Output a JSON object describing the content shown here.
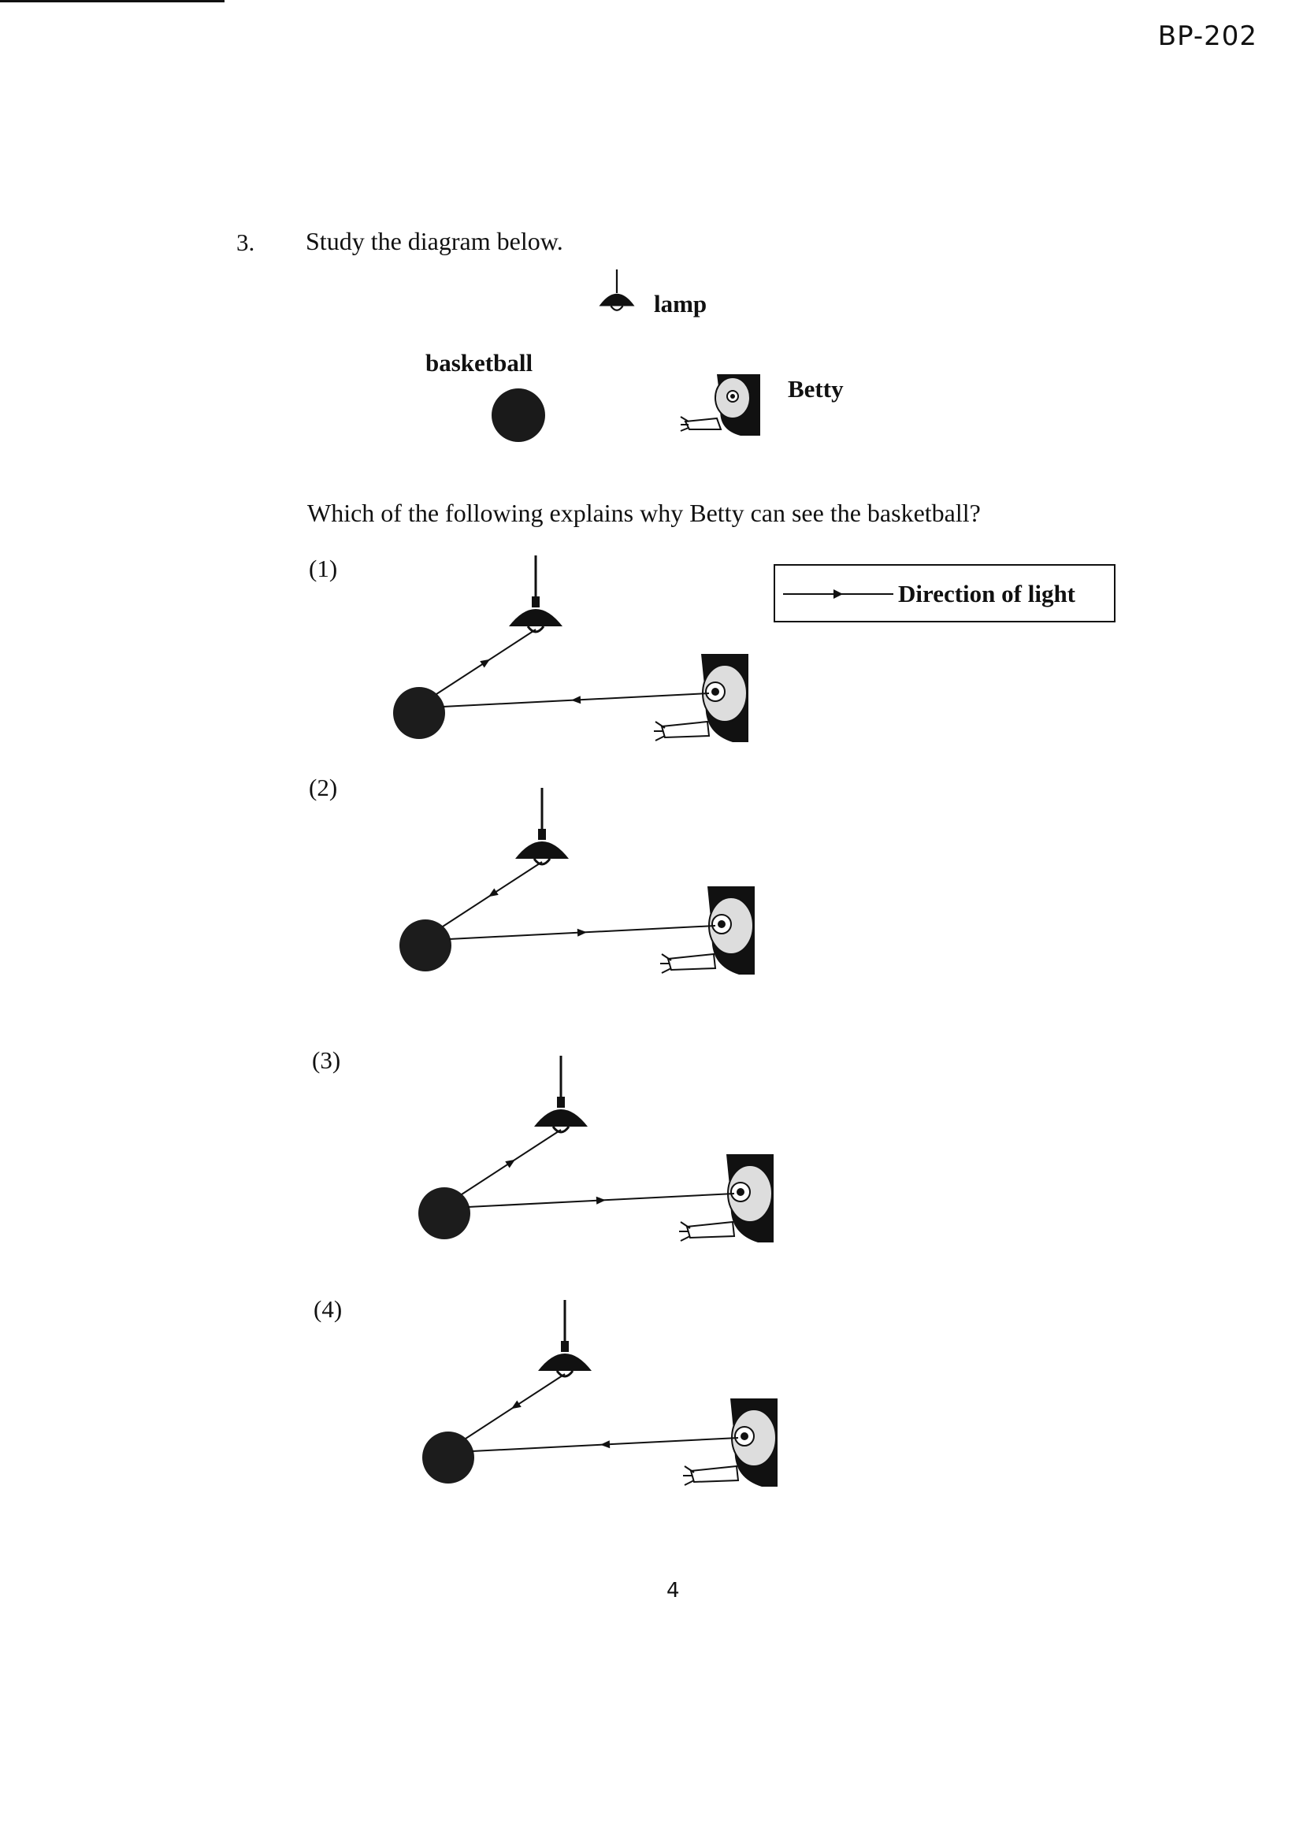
{
  "header": {
    "code": "BP-202"
  },
  "question": {
    "number": "3.",
    "instruction": "Study the diagram below.",
    "labels": {
      "lamp": "lamp",
      "basketball": "basketball",
      "betty": "Betty"
    },
    "prompt": "Which of the following explains why Betty can see the basketball?",
    "legend": "Direction of light",
    "options": [
      {
        "label": "(1)",
        "arrows": {
          "lamp_to_ball": "to-lamp",
          "ball_to_eye": "to-ball"
        }
      },
      {
        "label": "(2)",
        "arrows": {
          "lamp_to_ball": "to-ball",
          "ball_to_eye": "to-eye"
        }
      },
      {
        "label": "(3)",
        "arrows": {
          "lamp_to_ball": "to-lamp",
          "ball_to_eye": "to-eye"
        }
      },
      {
        "label": "(4)",
        "arrows": {
          "lamp_to_ball": "to-ball",
          "ball_to_eye": "to-ball"
        }
      }
    ]
  },
  "footer": {
    "page_number": "4"
  }
}
